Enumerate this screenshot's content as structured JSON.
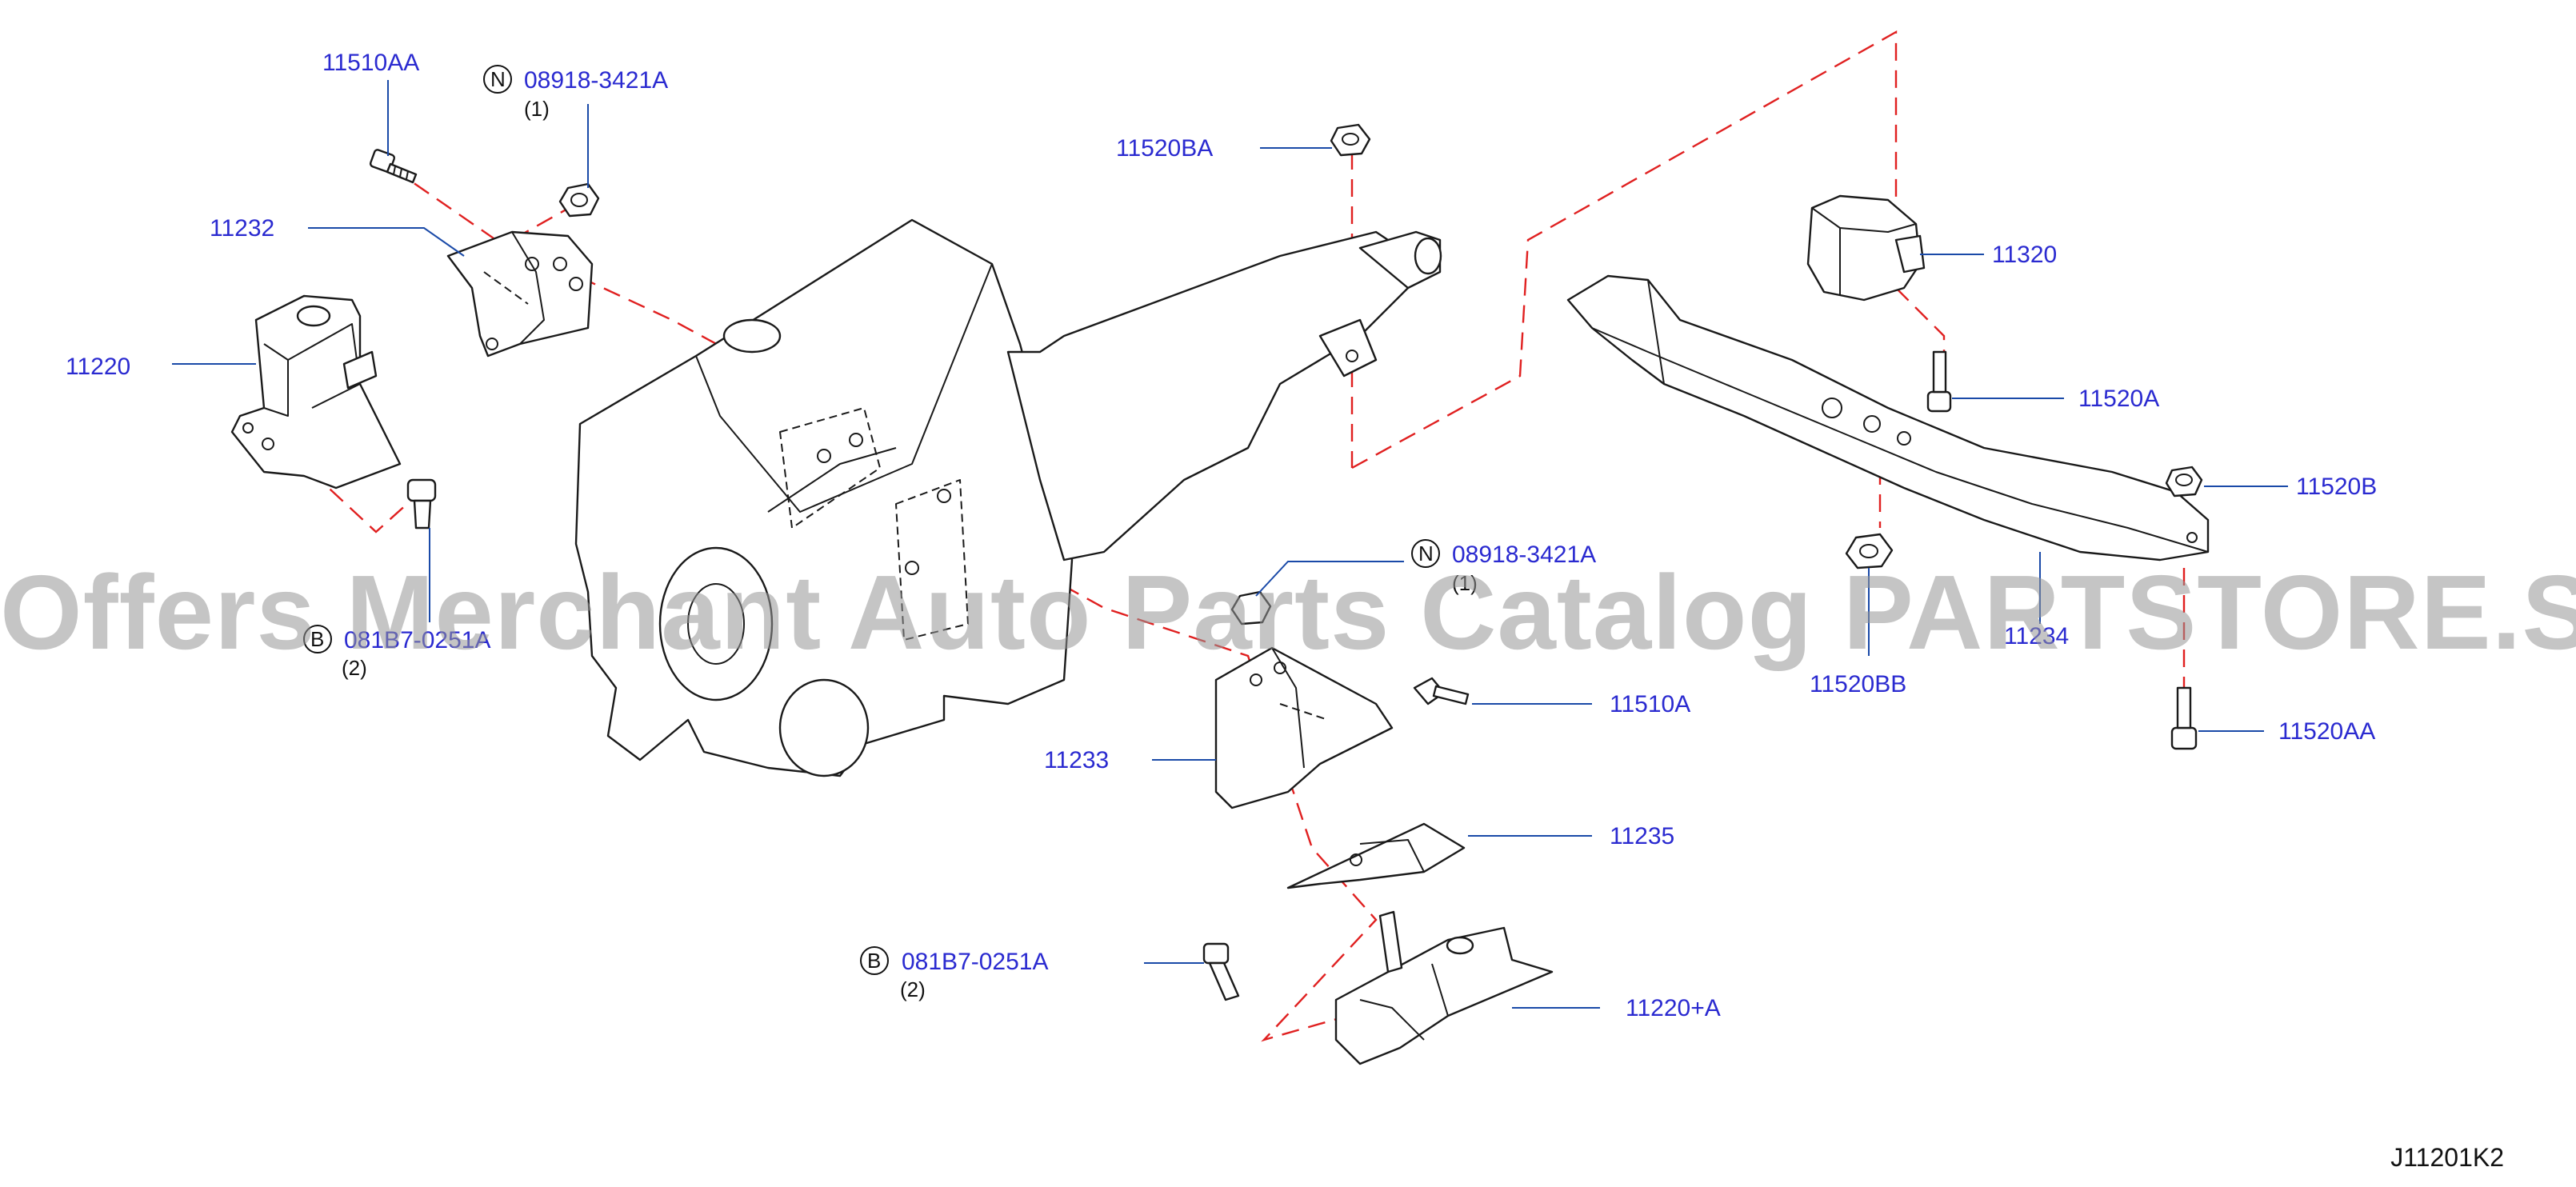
{
  "colors": {
    "label": "#2a2ad0",
    "leader": "#1a4aa8",
    "dashed_guide": "#e02020",
    "outline": "#1a1a1a",
    "watermark": "#9a9a9a"
  },
  "watermark": "Offers Merchant Auto Parts Catalog PARTSTORE.SA",
  "drawing_code": "J11201K2",
  "callouts": [
    {
      "id": "11510AA",
      "code": "11510AA",
      "prefix": "",
      "qty": ""
    },
    {
      "id": "08918-3421A-top",
      "code": "08918-3421A",
      "prefix": "N",
      "qty": "(1)"
    },
    {
      "id": "11232",
      "code": "11232",
      "prefix": "",
      "qty": ""
    },
    {
      "id": "11220",
      "code": "11220",
      "prefix": "",
      "qty": ""
    },
    {
      "id": "081B7-0251A-left",
      "code": "081B7-0251A",
      "prefix": "B",
      "qty": "(2)"
    },
    {
      "id": "11520BA",
      "code": "11520BA",
      "prefix": "",
      "qty": ""
    },
    {
      "id": "11320",
      "code": "11320",
      "prefix": "",
      "qty": ""
    },
    {
      "id": "11520A",
      "code": "11520A",
      "prefix": "",
      "qty": ""
    },
    {
      "id": "11520B",
      "code": "11520B",
      "prefix": "",
      "qty": ""
    },
    {
      "id": "11520BB",
      "code": "11520BB",
      "prefix": "",
      "qty": ""
    },
    {
      "id": "11234",
      "code": "11234",
      "prefix": "",
      "qty": ""
    },
    {
      "id": "11520AA",
      "code": "11520AA",
      "prefix": "",
      "qty": ""
    },
    {
      "id": "08918-3421A-mid",
      "code": "08918-3421A",
      "prefix": "N",
      "qty": "(1)"
    },
    {
      "id": "11510A",
      "code": "11510A",
      "prefix": "",
      "qty": ""
    },
    {
      "id": "11233",
      "code": "11233",
      "prefix": "",
      "qty": ""
    },
    {
      "id": "11235",
      "code": "11235",
      "prefix": "",
      "qty": ""
    },
    {
      "id": "081B7-0251A-bottom",
      "code": "081B7-0251A",
      "prefix": "B",
      "qty": "(2)"
    },
    {
      "id": "11220+A",
      "code": "11220+A",
      "prefix": "",
      "qty": ""
    }
  ]
}
